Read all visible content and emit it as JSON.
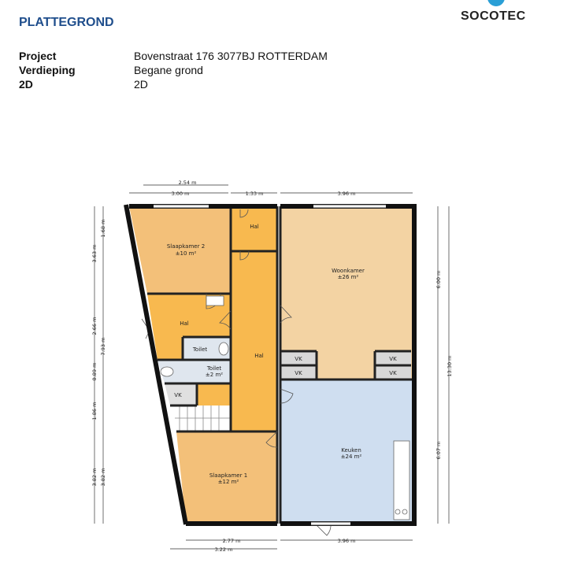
{
  "header": {
    "title": "PLATTEGROND",
    "logo_text": "SOCOTEC",
    "brand_color": "#1f4e8c"
  },
  "info": {
    "rows": [
      {
        "label": "Project",
        "value": "Bovenstraat 176 3077BJ ROTTERDAM"
      },
      {
        "label": "Verdieping",
        "value": "Begane grond"
      },
      {
        "label": "2D",
        "value": "2D"
      }
    ]
  },
  "plan": {
    "rooms": {
      "slaapkamer2": {
        "name": "Slaapkamer 2",
        "area": "±10 m²"
      },
      "hal_top": {
        "name": "Hal"
      },
      "woonkamer": {
        "name": "Woonkamer",
        "area": "±26 m²"
      },
      "hal_left": {
        "name": "Hal"
      },
      "toilet_small": {
        "name": "Toilet"
      },
      "toilet": {
        "name": "Toilet",
        "area": "±2 m²"
      },
      "hal_center": {
        "name": "Hal"
      },
      "vk_left": {
        "name": "VK"
      },
      "vk_1": {
        "name": "VK"
      },
      "vk_2": {
        "name": "VK"
      },
      "vk_3": {
        "name": "VK"
      },
      "vk_4": {
        "name": "VK"
      },
      "keuken": {
        "name": "Keuken",
        "area": "±24 m²"
      },
      "slaapkamer1": {
        "name": "Slaapkamer 1",
        "area": "±12 m²"
      }
    },
    "dimensions": {
      "top_1": "2.54 m",
      "top_2a": "3.00 m",
      "top_2b": "1.33 m",
      "top_2c": "3.96 m",
      "bottom_1a": "2.77 m",
      "bottom_1b": "3.96 m",
      "bottom_2": "3.22 m",
      "left_a1": "1.68 m",
      "left_a2": "3.63 m",
      "left_b1": "2.66 m",
      "left_b2": "7.93 m",
      "left_c1": "0.89 m",
      "left_d1": "1.86 m",
      "left_e1": "3.82 m",
      "left_e2": "3.82 m",
      "right_a": "6.00 m",
      "right_b": "6.07 m",
      "right_total": "13.30 m"
    },
    "colors": {
      "orange": "#f8b94f",
      "tan": "#f3d3a3",
      "blue": "#cfdef0",
      "wall": "#111111",
      "grey": "#d8d8d8"
    }
  }
}
